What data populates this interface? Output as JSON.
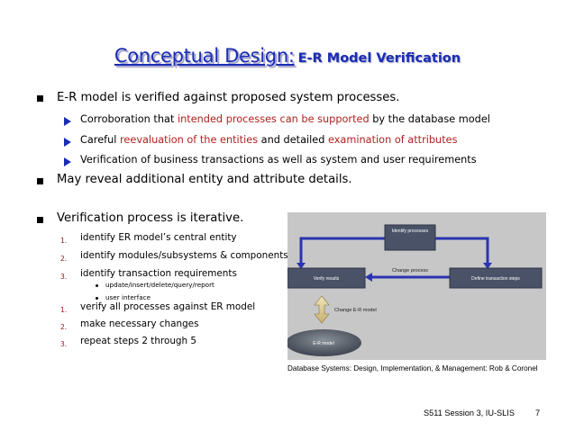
{
  "title": {
    "main": "Conceptual Design:",
    "sub": "E-R Model Verification"
  },
  "bullets": [
    {
      "text": "E-R model is verified against proposed system processes.",
      "subs": [
        {
          "parts": [
            {
              "t": "Corroboration that "
            },
            {
              "t": "intended processes can be supported",
              "red": true
            },
            {
              "t": " by the database model"
            }
          ]
        },
        {
          "parts": [
            {
              "t": "Careful "
            },
            {
              "t": "reevaluation of the entities",
              "red": true
            },
            {
              "t": " and detailed "
            },
            {
              "t": "examination of attributes",
              "red": true
            }
          ]
        },
        {
          "parts": [
            {
              "t": "Verification of business transactions as well as system and user requirements"
            }
          ]
        }
      ]
    },
    {
      "text": "May reveal additional entity and attribute details."
    },
    {
      "text": "Verification process is iterative."
    }
  ],
  "steps_a": [
    {
      "num": "1.",
      "text": "identify ER model’s central entity"
    },
    {
      "num": "2.",
      "text": "identify modules/subsystems & components"
    },
    {
      "num": "3.",
      "text": "identify transaction requirements"
    }
  ],
  "sub_points": [
    "update/insert/delete/query/report",
    "user interface"
  ],
  "steps_b": [
    {
      "num": "1.",
      "text": "verify all processes against ER model"
    },
    {
      "num": "2.",
      "text": "make necessary changes"
    },
    {
      "num": "3.",
      "text": "repeat steps 2 through 5"
    }
  ],
  "diagram": {
    "identify": "Identify processes",
    "change_process": "Change process",
    "verify": "Verify results",
    "define": "Define transaction steps",
    "change_er": "Change E-R model",
    "er_model": "E-R model"
  },
  "caption": "Database Systems: Design, Implementation, & Management: Rob & Coronel",
  "footer": {
    "session": "S511 Session 3, IU-SLIS",
    "page": "7"
  },
  "colors": {
    "title": "#1a2db4",
    "highlight": "#b02020",
    "diagram_box": "#4a5268",
    "arrow": "#2a34b0",
    "diagram_bg": "#c7c7c7"
  }
}
